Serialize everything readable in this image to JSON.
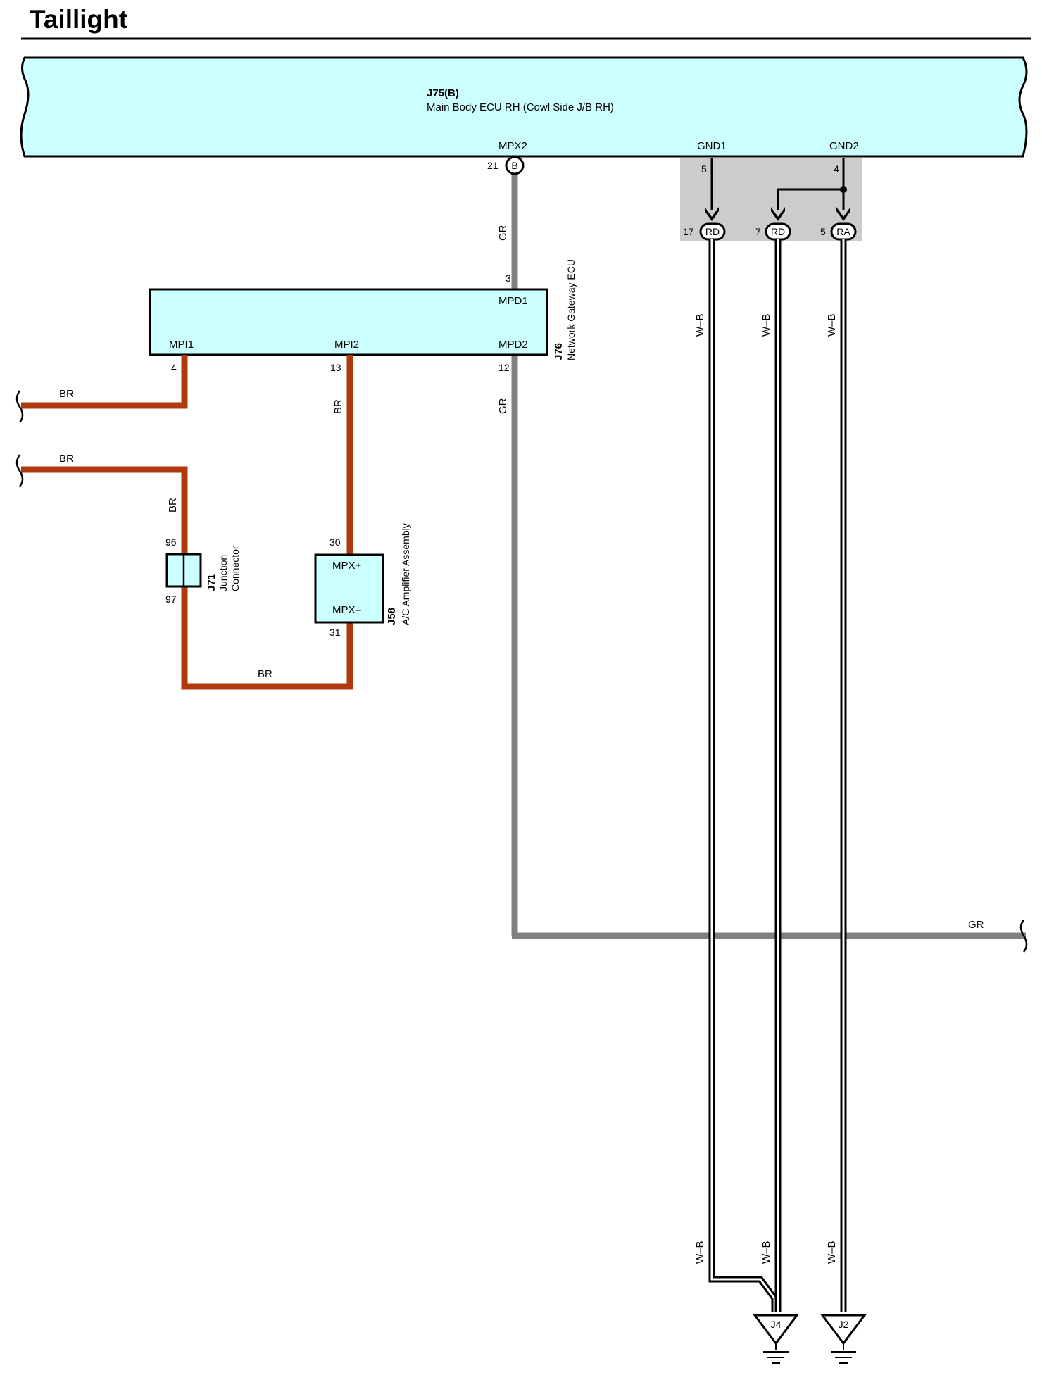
{
  "title": "Taillight",
  "colors": {
    "component_fill": "#ccffff",
    "br_wire": "#b03a0e",
    "gr_wire": "#808080",
    "ground_shade": "#cccccc",
    "wb_wire_outer": "#000000",
    "wb_wire_inner": "#ffffff"
  },
  "components": {
    "j75": {
      "code": "J75(B)",
      "name": "Main Body ECU RH (Cowl Side J/B RH)",
      "terminals": {
        "mpx2": "MPX2",
        "gnd1": "GND1",
        "gnd2": "GND2"
      }
    },
    "j76": {
      "code": "J76",
      "name": "Network Gateway ECU",
      "terminals": {
        "mpd1": "MPD1",
        "mpd2": "MPD2",
        "mpi1": "MPI1",
        "mpi2": "MPI2"
      }
    },
    "j71": {
      "code": "J71",
      "name_line1": "Junction",
      "name_line2": "Connector"
    },
    "j58": {
      "code": "J58",
      "name": "A/C Amplifier Assembly",
      "terminals": {
        "mpx_plus": "MPX+",
        "mpx_minus": "MPX–"
      }
    }
  },
  "pins": {
    "j75_mpx2": "21",
    "j75_gnd1": "5",
    "j75_gnd2": "4",
    "j76_mpd1": "3",
    "j76_mpd2": "12",
    "j76_mpi1": "4",
    "j76_mpi2": "13",
    "j71_top": "96",
    "j71_bottom": "97",
    "j58_plus": "30",
    "j58_minus": "31",
    "joint_rd1": "17",
    "joint_rd2": "7",
    "joint_ra": "5"
  },
  "connector_badges": {
    "b": "B",
    "rd1": "RD",
    "rd2": "RD",
    "ra": "RA"
  },
  "wire_colors": {
    "br": "BR",
    "gr": "GR",
    "wb": "W–B"
  },
  "grounds": {
    "j4": "J4",
    "j2": "J2"
  }
}
